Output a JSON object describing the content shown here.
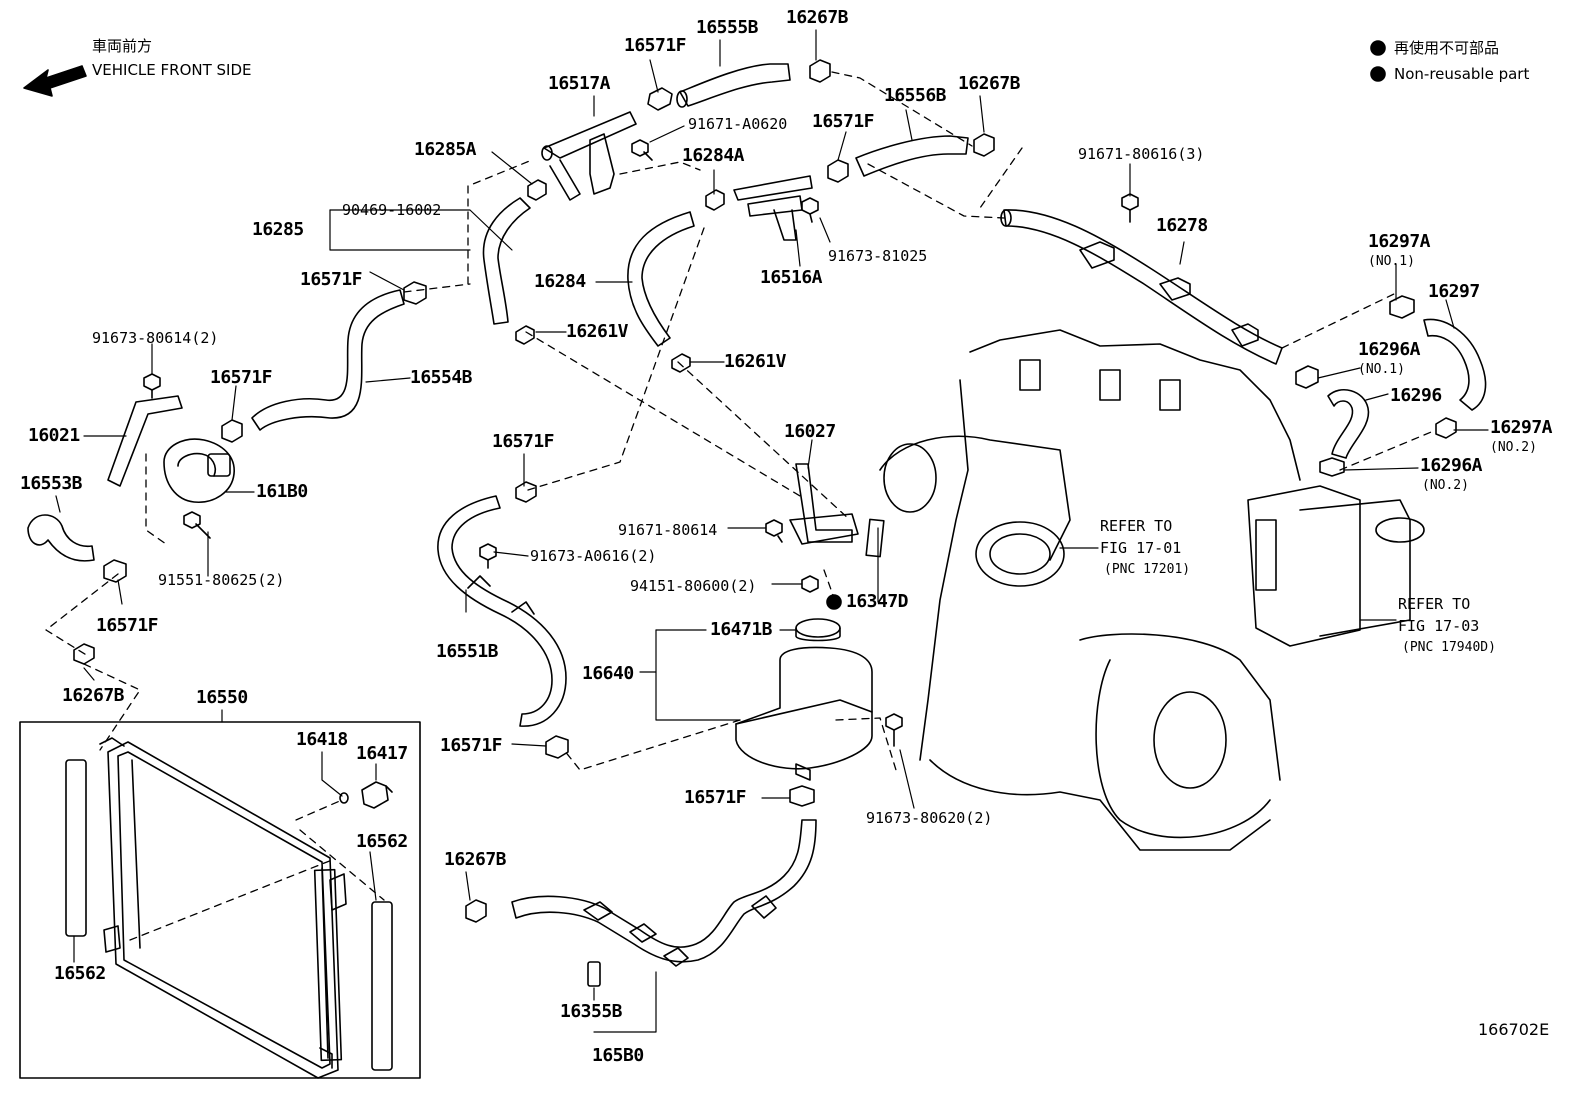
{
  "direction": {
    "line1": "車両前方",
    "line2": "VEHICLE FRONT SIDE"
  },
  "legend": {
    "line1": "再使用不可部品",
    "line2": "Non-reusable part"
  },
  "figure_code": "166702E",
  "labels": [
    {
      "id": "16571F",
      "text": "16571F"
    },
    {
      "id": "16555B",
      "text": "16555B"
    },
    {
      "id": "16267B",
      "text": "16267B"
    },
    {
      "id": "16517A",
      "text": "16517A"
    },
    {
      "id": "91671-A0620",
      "text": "91671-A0620"
    },
    {
      "id": "16556B",
      "text": "16556B"
    },
    {
      "id": "16571F",
      "text": "16571F"
    },
    {
      "id": "16267B",
      "text": "16267B"
    },
    {
      "id": "16285A",
      "text": "16285A"
    },
    {
      "id": "16284A",
      "text": "16284A"
    },
    {
      "id": "91671-80616(3)",
      "text": "91671-80616(3)"
    },
    {
      "id": "16285",
      "text": "16285"
    },
    {
      "id": "90469-16002",
      "text": "90469-16002"
    },
    {
      "id": "16278",
      "text": "16278"
    },
    {
      "id": "91673-81025",
      "text": "91673-81025"
    },
    {
      "id": "16571F",
      "text": "16571F"
    },
    {
      "id": "16284",
      "text": "16284"
    },
    {
      "id": "16516A",
      "text": "16516A"
    },
    {
      "id": "16297A",
      "text": "16297A"
    },
    {
      "id": "NO.1",
      "text": "(NO.1)"
    },
    {
      "id": "16297",
      "text": "16297"
    },
    {
      "id": "91673-80614(2)",
      "text": "91673-80614(2)"
    },
    {
      "id": "16261V",
      "text": "16261V"
    },
    {
      "id": "16296A",
      "text": "16296A"
    },
    {
      "id": "NO.1",
      "text": "(NO.1)"
    },
    {
      "id": "16261V",
      "text": "16261V"
    },
    {
      "id": "16571F",
      "text": "16571F"
    },
    {
      "id": "16554B",
      "text": "16554B"
    },
    {
      "id": "16296",
      "text": "16296"
    },
    {
      "id": "16021",
      "text": "16021"
    },
    {
      "id": "16027",
      "text": "16027"
    },
    {
      "id": "16297A",
      "text": "16297A"
    },
    {
      "id": "NO.2",
      "text": "(NO.2)"
    },
    {
      "id": "16571F",
      "text": "16571F"
    },
    {
      "id": "16296A",
      "text": "16296A"
    },
    {
      "id": "NO.2",
      "text": "(NO.2)"
    },
    {
      "id": "16553B",
      "text": "16553B"
    },
    {
      "id": "161B0",
      "text": "161B0"
    },
    {
      "id": "91671-80614",
      "text": "91671-80614"
    },
    {
      "id": "REFER TO",
      "text": "REFER TO"
    },
    {
      "id": "FIG 17-01",
      "text": "FIG 17-01"
    },
    {
      "id": "PNC 17201",
      "text": "(PNC 17201)"
    },
    {
      "id": "91673-A0616(2)",
      "text": "91673-A0616(2)"
    },
    {
      "id": "91551-80625(2)",
      "text": "91551-80625(2)"
    },
    {
      "id": "94151-80600(2)",
      "text": "94151-80600(2)"
    },
    {
      "id": "16347D",
      "text": "16347D"
    },
    {
      "id": "REFER TO",
      "text": "REFER TO"
    },
    {
      "id": "16571F",
      "text": "16571F"
    },
    {
      "id": "FIG 17-03",
      "text": "FIG 17-03"
    },
    {
      "id": "16471B",
      "text": "16471B"
    },
    {
      "id": "PNC 17940D",
      "text": "(PNC 17940D)"
    },
    {
      "id": "16551B",
      "text": "16551B"
    },
    {
      "id": "16640",
      "text": "16640"
    },
    {
      "id": "16267B",
      "text": "16267B"
    },
    {
      "id": "16550",
      "text": "16550"
    },
    {
      "id": "16418",
      "text": "16418"
    },
    {
      "id": "16417",
      "text": "16417"
    },
    {
      "id": "16571F",
      "text": "16571F"
    },
    {
      "id": "16571F",
      "text": "16571F"
    },
    {
      "id": "91673-80620(2)",
      "text": "91673-80620(2)"
    },
    {
      "id": "16562",
      "text": "16562"
    },
    {
      "id": "16267B",
      "text": "16267B"
    },
    {
      "id": "16562",
      "text": "16562"
    },
    {
      "id": "16355B",
      "text": "16355B"
    },
    {
      "id": "165B0",
      "text": "165B0"
    }
  ]
}
